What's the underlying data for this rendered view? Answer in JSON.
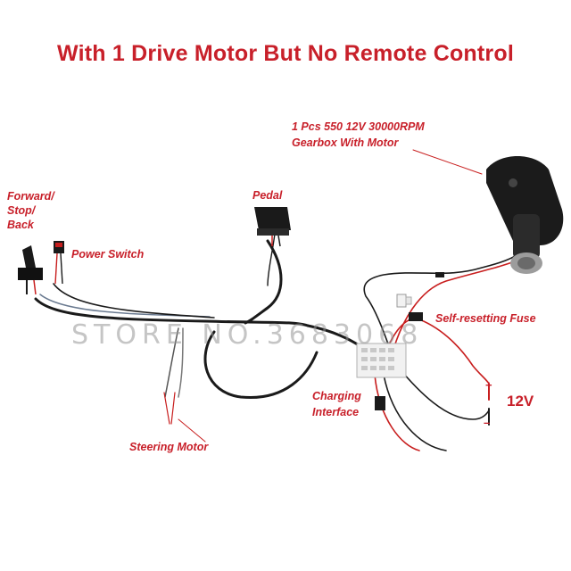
{
  "title": "With 1 Drive Motor But No Remote Control",
  "labels": {
    "motor_line1": "1 Pcs 550 12V 30000RPM",
    "motor_line2": "Gearbox With Motor",
    "forward_line1": "Forward/",
    "forward_line2": "Stop/",
    "forward_line3": "Back",
    "pedal": "Pedal",
    "power_switch": "Power Switch",
    "fuse": "Self-resetting Fuse",
    "plus": "+",
    "voltage": "12V",
    "minus": "–",
    "charging_line1": "Charging",
    "charging_line2": "Interface",
    "steering_motor": "Steering Motor"
  },
  "watermark": "STORE NO.3683068",
  "colors": {
    "title": "#c8202a",
    "label": "#c8202a",
    "cable": "#1a1a1a",
    "red_wire": "#c81e1e",
    "watermark": "#9a9a9a"
  },
  "icons": [
    "gearbox-motor-icon",
    "pedal-icon",
    "shifter-icon",
    "power-switch-icon",
    "fuse-icon",
    "control-box-icon",
    "charging-connector-icon"
  ]
}
